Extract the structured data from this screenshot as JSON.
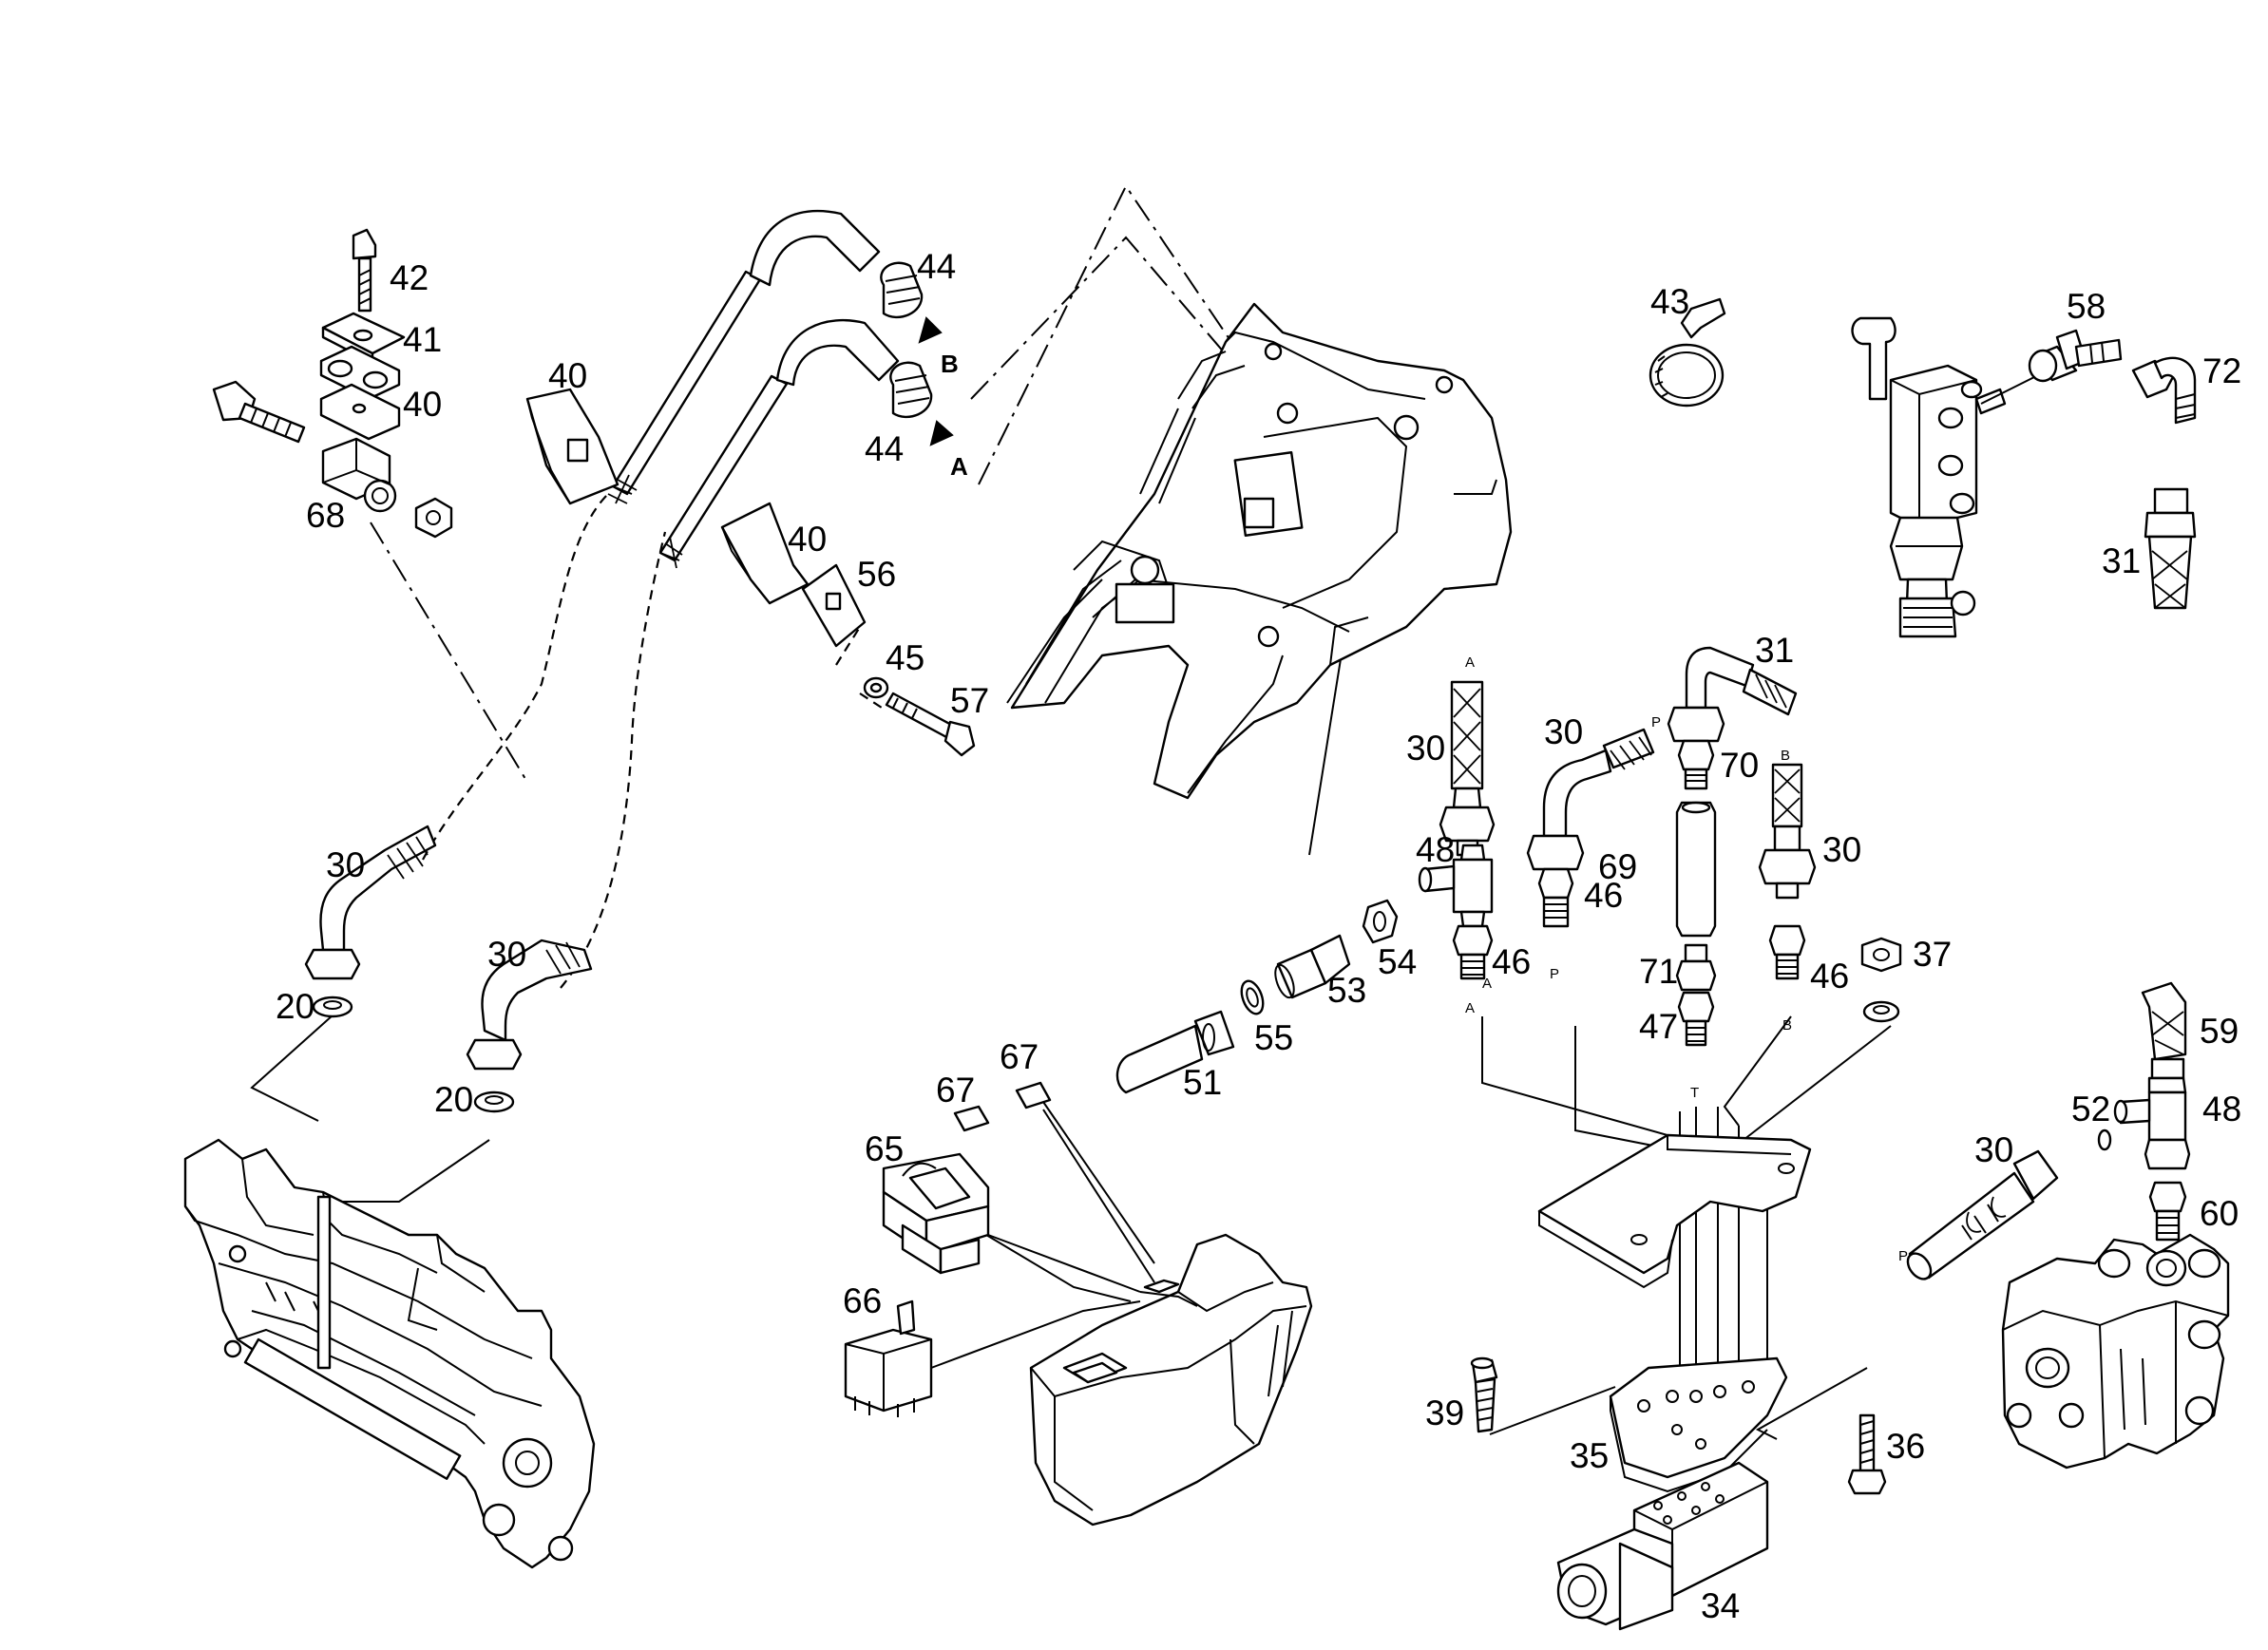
{
  "diagram": {
    "callouts": {
      "c42": "42",
      "c41": "41",
      "c40a": "40",
      "c68": "68",
      "c40b": "40",
      "c40c": "40",
      "c56": "56",
      "c45": "45",
      "c57": "57",
      "c44a": "44",
      "c44b": "44",
      "c43": "43",
      "c58": "58",
      "c72": "72",
      "c31a": "31",
      "c31b": "31",
      "c70": "70",
      "c69": "69",
      "c71": "71",
      "c47": "47",
      "c30a": "30",
      "c30b": "30",
      "c30c": "30",
      "c30d": "30",
      "c30e": "30",
      "c30f": "30",
      "c48a": "48",
      "c46a": "46",
      "c46b": "46",
      "c46c": "46",
      "c53": "53",
      "c54": "54",
      "c55": "55",
      "c51": "51",
      "c37": "37",
      "c59": "59",
      "c52": "52",
      "c48b": "48",
      "c60": "60",
      "c20a": "20",
      "c20b": "20",
      "c67a": "67",
      "c67b": "67",
      "c65": "65",
      "c66": "66",
      "c39": "39",
      "c35": "35",
      "c36": "36",
      "c34": "34"
    },
    "port_labels": {
      "pA1": "A",
      "pA2": "A",
      "pA3": "A",
      "pP1": "P",
      "pP2": "P",
      "pP3": "P",
      "pB1": "B",
      "pB2": "B",
      "pT1": "T"
    },
    "direction_labels": {
      "dirA": "A",
      "dirB": "B"
    }
  }
}
